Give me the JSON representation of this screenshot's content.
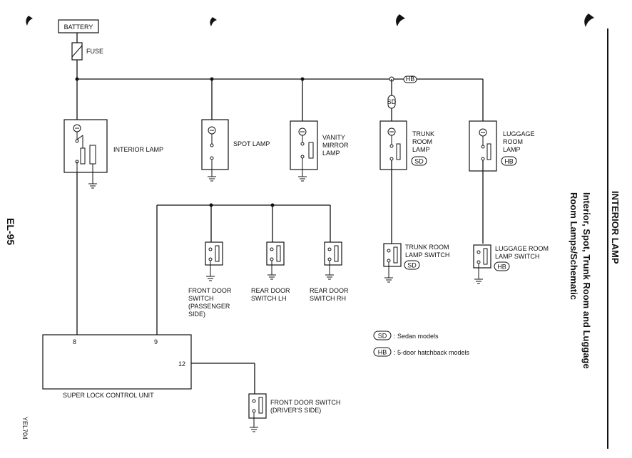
{
  "title_section": "INTERIOR LAMP",
  "title_lines": [
    "Interior, Spot, Trunk Room and Luggage",
    "Room Lamps/Schematic"
  ],
  "page_number": "EL-95",
  "figure_code": "YEL704",
  "battery": "BATTERY",
  "fuse": "FUSE",
  "interior_lamp": "INTERIOR LAMP",
  "spot_lamp": "SPOT LAMP",
  "vanity": [
    "VANITY",
    "MIRROR",
    "LAMP"
  ],
  "trunk": [
    "TRUNK",
    "ROOM",
    "LAMP"
  ],
  "luggage": [
    "LUGGAGE",
    "ROOM",
    "LAMP"
  ],
  "trunk_switch": [
    "TRUNK ROOM",
    "LAMP SWITCH"
  ],
  "luggage_switch": [
    "LUGGAGE ROOM",
    "LAMP SWITCH"
  ],
  "front_door_pass": [
    "FRONT DOOR",
    "SWITCH",
    "(PASSENGER",
    "SIDE)"
  ],
  "rear_lh": [
    "REAR DOOR",
    "SWITCH LH"
  ],
  "rear_rh": [
    "REAR DOOR",
    "SWITCH RH"
  ],
  "front_door_drv": [
    "FRONT DOOR SWITCH",
    "(DRIVER'S SIDE)"
  ],
  "control_unit": "SUPER LOCK CONTROL UNIT",
  "pins": {
    "p8": "8",
    "p9": "9",
    "p12": "12"
  },
  "badges": {
    "sd": "SD",
    "hb": "HB"
  },
  "legend": [
    {
      "code": "SD",
      "text": ": Sedan models"
    },
    {
      "code": "HB",
      "text": ": 5-door hatchback models"
    }
  ]
}
